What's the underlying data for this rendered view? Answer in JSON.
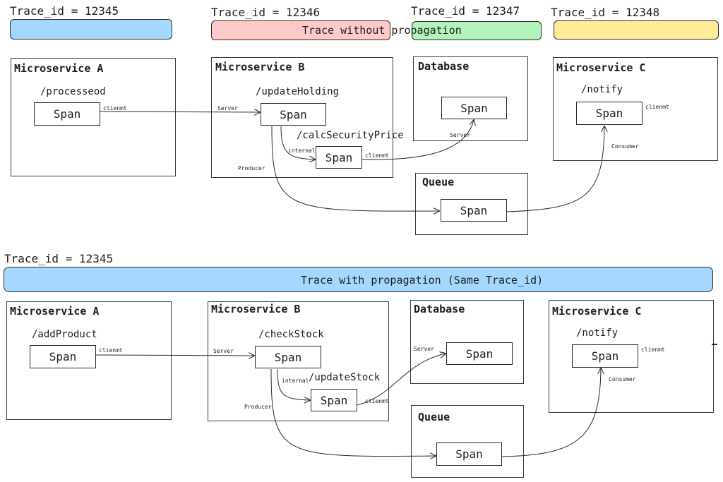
{
  "top": {
    "trace_ids": [
      "Trace_id = 12345",
      "Trace_id = 12346",
      "Trace_id = 12347",
      "Trace_id = 12348"
    ],
    "bar_text": "Trace without propagation",
    "colors": {
      "blue": "#a5d8ff",
      "red": "#ffc9c9",
      "green": "#b2f2bb",
      "yellow": "#ffec99"
    },
    "services": {
      "a": {
        "title": "Microservice A",
        "endpoint": "/processeod",
        "span": "Span",
        "edge": "clienmt"
      },
      "b": {
        "title": "Microservice B",
        "endpoint": "/updateHolding",
        "span": "Span",
        "edge_in": "Server",
        "inner_endpoint": "/calcSecurityPrice",
        "inner_span": "Span",
        "internal": "internal",
        "inner_edge": "clienmt",
        "producer": "Producer"
      },
      "db": {
        "title": "Database",
        "span": "Span",
        "edge": "Server"
      },
      "c": {
        "title": "Microservice C",
        "endpoint": "/notify",
        "span": "Span",
        "edge": "clienmt",
        "consumer": "Consumer"
      },
      "q": {
        "title": "Queue",
        "span": "Span"
      }
    }
  },
  "bottom": {
    "trace_id": "Trace_id = 12345",
    "bar_text": "Trace with propagation (Same Trace_id)",
    "color": "#a5d8ff",
    "services": {
      "a": {
        "title": "Microservice A",
        "endpoint": "/addProduct",
        "span": "Span",
        "edge": "clienmt"
      },
      "b": {
        "title": "Microservice B",
        "endpoint": "/checkStock",
        "span": "Span",
        "edge_in": "Server",
        "inner_endpoint": "/updateStock",
        "inner_span": "Span",
        "internal": "internal",
        "inner_edge": "clienmt",
        "producer": "Producer"
      },
      "db": {
        "title": "Database",
        "span": "Span",
        "edge": "Server"
      },
      "c": {
        "title": "Microservice C",
        "endpoint": "/notify",
        "span": "Span",
        "edge": "clienmt",
        "consumer": "Consumer"
      },
      "q": {
        "title": "Queue",
        "span": "Span"
      }
    }
  }
}
